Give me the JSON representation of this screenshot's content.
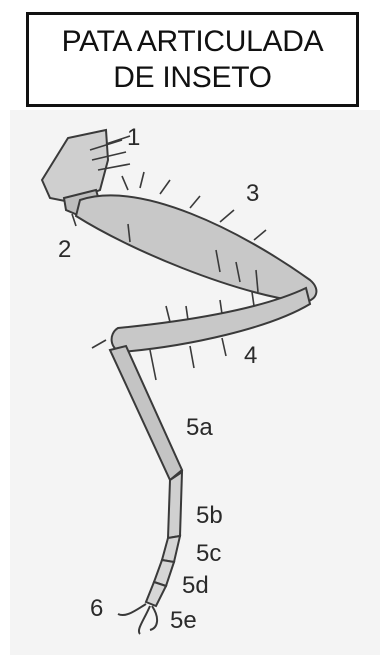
{
  "title": {
    "line1": "PATA ARTICULADA",
    "line2": "DE INSETO"
  },
  "diagram": {
    "labels": [
      "1",
      "2",
      "3",
      "4",
      "5a",
      "5b",
      "5c",
      "5d",
      "5e",
      "6"
    ]
  },
  "colors": {
    "segment_fill": "#c9c9c9",
    "segment_outline": "#3a3a3a",
    "background_panel": "#f3f3f3"
  }
}
